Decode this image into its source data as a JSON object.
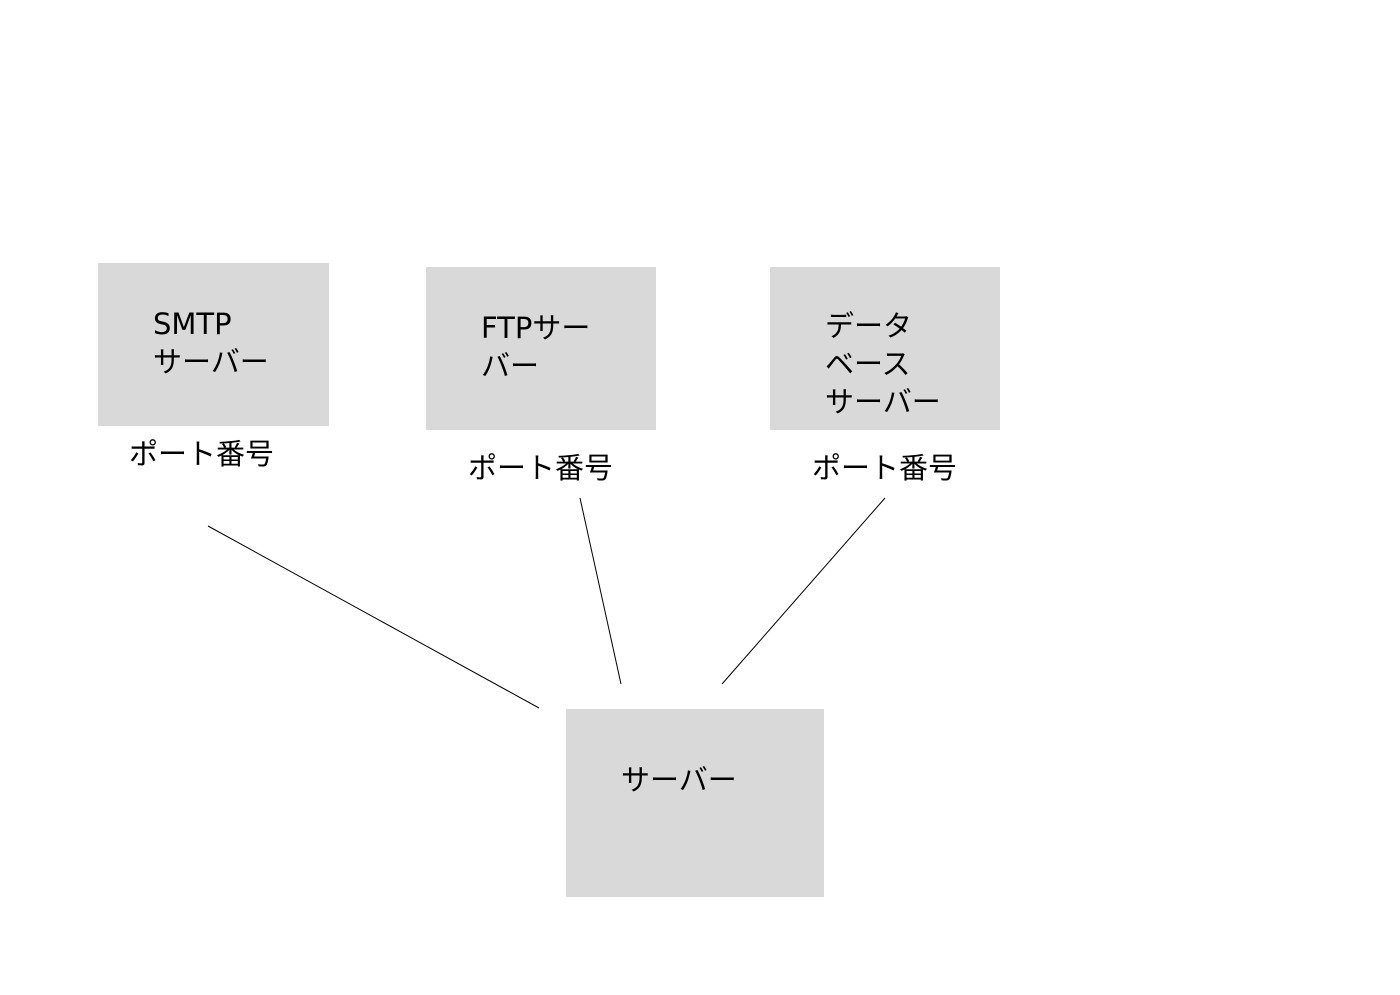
{
  "nodes": {
    "smtp": {
      "line1": "SMTP",
      "line2": "サーバー",
      "port": "ポート番号"
    },
    "ftp": {
      "line1": "FTPサー",
      "line2": "バー",
      "port": "ポート番号"
    },
    "database": {
      "line1": "データ",
      "line2": "ベース",
      "line3": "サーバー",
      "port": "ポート番号"
    },
    "server": {
      "label": "サーバー"
    }
  },
  "colors": {
    "box_fill": "#d9d9d9",
    "line": "#000000",
    "text": "#000000",
    "background": "#ffffff"
  }
}
